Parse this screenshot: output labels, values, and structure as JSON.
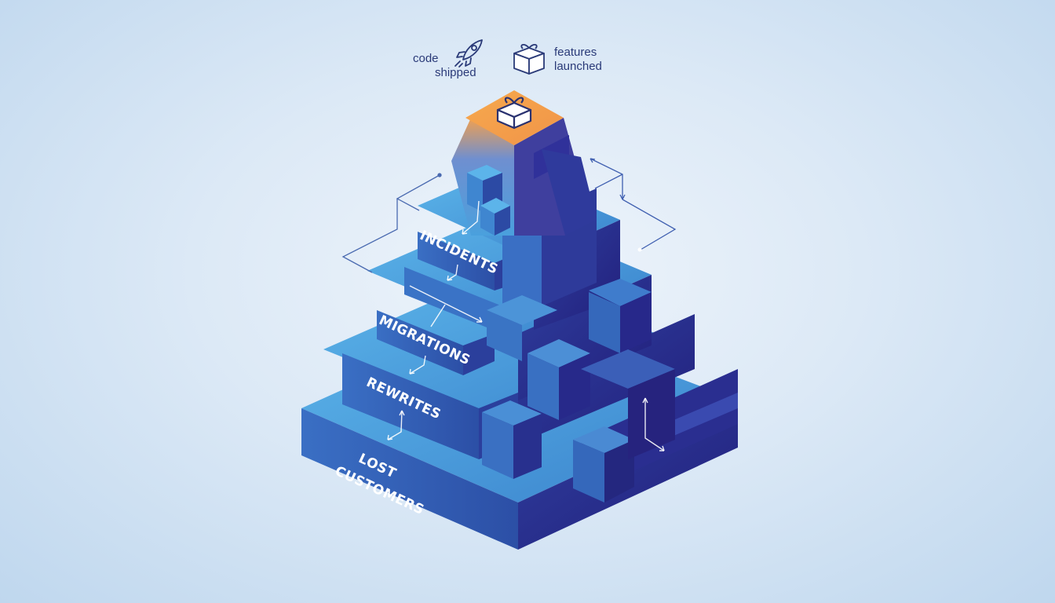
{
  "legend": {
    "items": [
      {
        "label_line1": "code",
        "label_line2": "shipped",
        "icon": "rocket-icon"
      },
      {
        "label_line1": "features",
        "label_line2": "launched",
        "icon": "gift-box-icon"
      }
    ]
  },
  "pyramid": {
    "peak": {
      "icon": "gift-box-icon",
      "color": "#f5a24b"
    },
    "layers": [
      {
        "label": "INCIDENTS"
      },
      {
        "label": "MIGRATIONS"
      },
      {
        "label": "REWRITES"
      },
      {
        "label_line1": "LOST",
        "label_line2": "CUSTOMERS"
      }
    ]
  },
  "colors": {
    "background": "#dce9f6",
    "light_face": "#4a9fdc",
    "mid_face": "#3566b8",
    "dark_face": "#26288a",
    "peak": "#f5a24b",
    "text_dark": "#2a3a78"
  }
}
